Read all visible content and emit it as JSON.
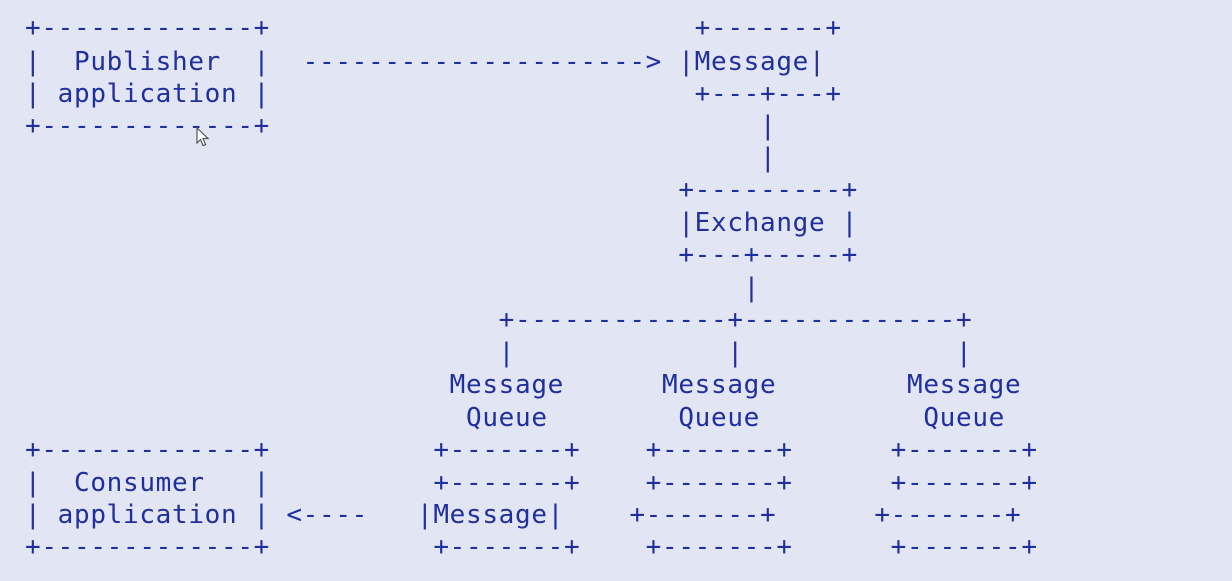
{
  "lines": [
    "+-------------+                          +-------+",
    "|  Publisher  |  ---------------------> |Message|",
    "| application |                          +---+---+",
    "+-------------+                              |",
    "                                             |",
    "                                        +---------+",
    "                                        |Exchange |",
    "                                        +---+-----+",
    "                                            |",
    "                             +-------------+-------------+",
    "                             |             |             |",
    "                          Message      Message        Message",
    "                           Queue        Queue          Queue",
    "+-------------+          +-------+    +-------+      +-------+",
    "|  Consumer   |          +-------+    +-------+      +-------+",
    "| application | <----   |Message|    +-------+      +-------+",
    "+-------------+          +-------+    +-------+      +-------+"
  ],
  "colors": {
    "background": "#e2e5f3",
    "text": "#1f2fa0"
  }
}
